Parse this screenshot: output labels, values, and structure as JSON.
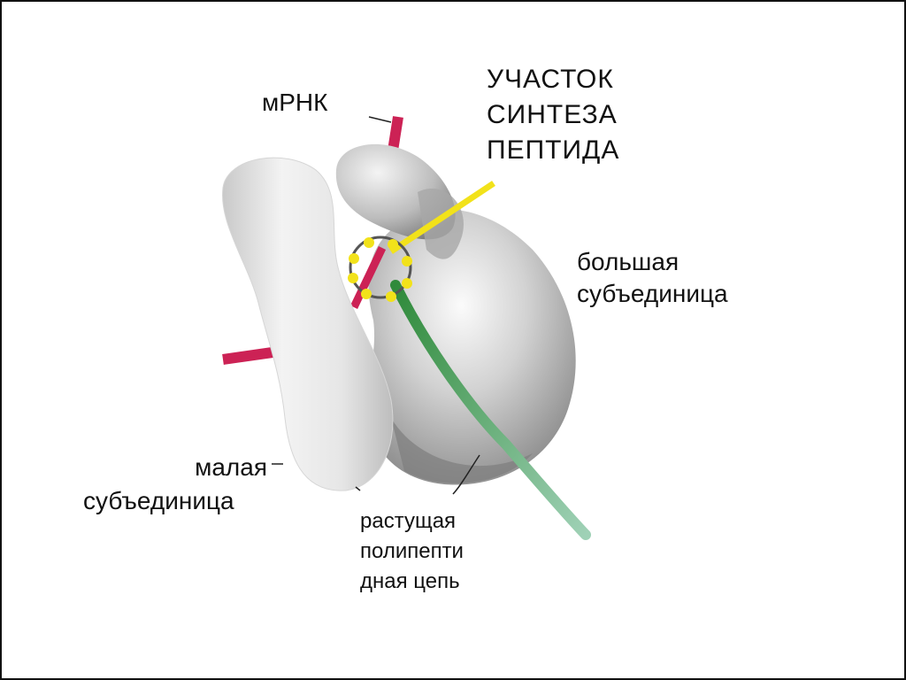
{
  "labels": {
    "mrna": "мРНК",
    "site": [
      "УЧАСТОК",
      "СИНТЕЗА",
      "ПЕПТИДА"
    ],
    "large_subunit": [
      "большая",
      "субъединица"
    ],
    "small_subunit": [
      "малая",
      "субъединица"
    ],
    "chain": [
      "растущая",
      "полипепти",
      "дная цепь"
    ]
  },
  "colors": {
    "mrna": "#cc2255",
    "peptide_site_marker": "#f2e21a",
    "polypeptide": "#5fa86e",
    "subunit_small": "#e4e4e4",
    "subunit_large": "#b9b9b9"
  }
}
